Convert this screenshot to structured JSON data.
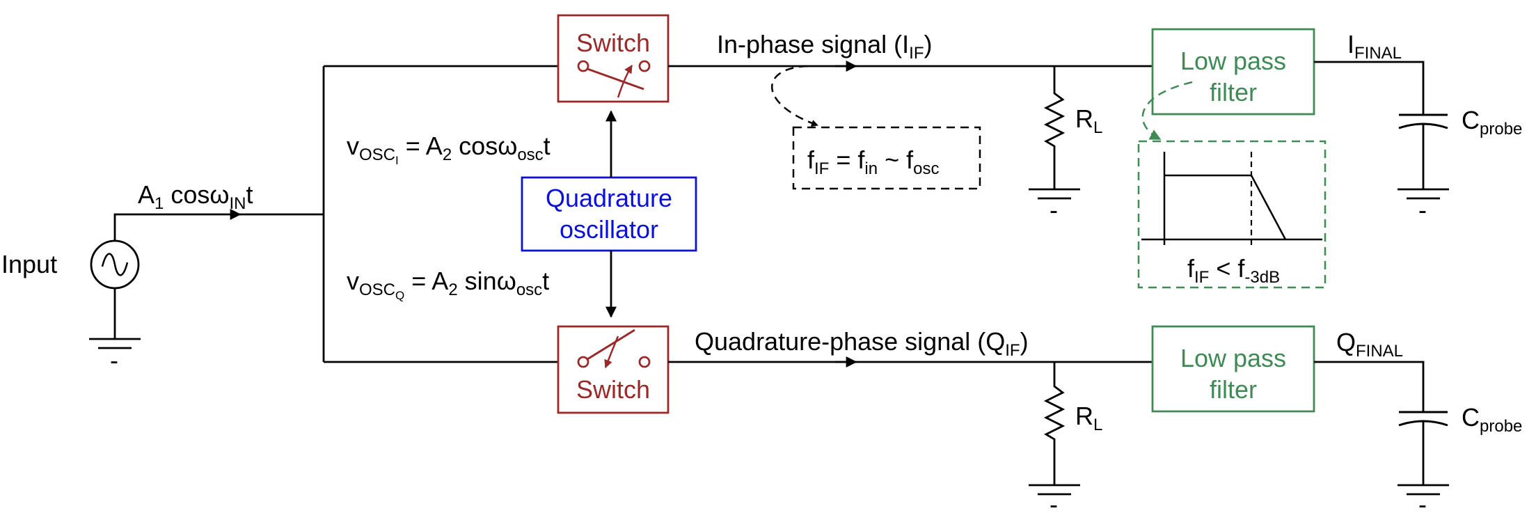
{
  "labels": {
    "input": "Input",
    "input_signal": {
      "base": "A",
      "sub1": "1",
      "mid": " cosω",
      "sub2": "IN",
      "end": "t"
    },
    "quad_osc": [
      "Quadrature",
      "oscillator"
    ],
    "switch": "Switch",
    "osc_i": {
      "v": "v",
      "osc": "OSC",
      "i": "I",
      "eq": " = A",
      "two": "2",
      "fn": " cosω",
      "sub": "osc",
      "t": "t"
    },
    "osc_q": {
      "v": "v",
      "osc": "OSC",
      "q": "Q",
      "eq": " = A",
      "two": "2",
      "fn": " sinω",
      "sub": "osc",
      "t": "t"
    },
    "inphase": {
      "pre": "In-phase signal (I",
      "sub": "IF",
      "post": ")"
    },
    "quadphase": {
      "pre": "Quadrature-phase signal (Q",
      "sub": "IF",
      "post": ")"
    },
    "fif_eq": {
      "f1": "f",
      "s1": "IF",
      "mid": " = f",
      "s2": "in",
      "tilde": " ~ f",
      "s3": "osc"
    },
    "fif_lt": {
      "f1": "f",
      "s1": "IF",
      "mid": " < f",
      "s2": "-3dB"
    },
    "resistor": {
      "base": "R",
      "sub": "L"
    },
    "lpf": [
      "Low pass",
      "filter"
    ],
    "i_final": {
      "base": "I",
      "sub": "FINAL"
    },
    "q_final": {
      "base": "Q",
      "sub": "FINAL"
    },
    "cprobe": {
      "base": "C",
      "sub": "probe"
    },
    "ground_mark": "-"
  },
  "colors": {
    "wire": "#000000",
    "switch": "#9a2a2a",
    "filter": "#3f8a55",
    "oscillator": "#0a12d8"
  }
}
